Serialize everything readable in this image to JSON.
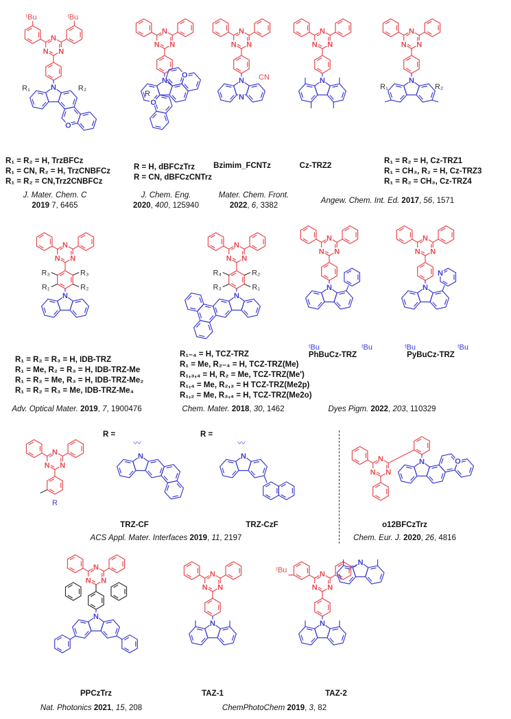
{
  "colors": {
    "acceptor": "#e8474c",
    "donor": "#3c3cd0",
    "substituent": "#333333"
  },
  "atoms": {
    "N": "N",
    "O": "O",
    "CN": "CN",
    "tBu": "ᵗBu",
    "R": "R",
    "R1": "R₁",
    "R2": "R₂",
    "R3": "R₃",
    "R4": "R₄"
  },
  "row1": {
    "trzbfcz": {
      "lines": [
        "R₁ = R₂ = H, TrzBFCz",
        "R₁ = CN, R₂ = H, TrzCNBFCz",
        "R₁ = R₂ = CN,Trz2CNBFCz"
      ]
    },
    "dbfcztrz": {
      "lines": [
        "R = H, dBFCzTrz",
        "R = CN, dBFCzCNTrz"
      ]
    },
    "bzimim": {
      "name": "Bzimim_FCNTz"
    },
    "cztrz2": {
      "name": "Cz-TRZ2"
    },
    "cztrz": {
      "lines": [
        "R₁ = R₂ = H, Cz-TRZ1",
        "R₁ = CH₃, R₂ = H, Cz-TRZ3",
        "R₁ = R₂ = CH₃, Cz-TRZ4"
      ]
    },
    "citations": [
      {
        "journal": "J. Mater. Chem. C",
        "year": "2019",
        "volume": "7",
        "pages": ", 6465"
      },
      {
        "journal": "J. Chem. Eng.",
        "year": "2020",
        "volume": "400",
        "pages": ", 125940"
      },
      {
        "journal": "Mater. Chem. Front.",
        "year": "2022",
        "volume": "6",
        "pages": ", 3382"
      },
      {
        "journal": "Angew. Chem. Int. Ed.",
        "year": "2017",
        "volume": "56",
        "pages": ", 1571"
      }
    ]
  },
  "row2": {
    "idbtrz": {
      "lines": [
        "R₁ = R₂ = R₃ = H, IDB-TRZ",
        "R₁ = Me, R₂ = R₃ = H, IDB-TRZ-Me",
        "R₁ = R₂ = Me, R₃ = H, IDB-TRZ-Me₂",
        "R₁ = R₂ = R₃ = Me, IDB-TRZ-Me₄"
      ]
    },
    "tcztrz": {
      "lines": [
        "R₁₋₄ = H, TCZ-TRZ",
        "R₁ = Me, R₂₋₄ = H, TCZ-TRZ(Me)",
        "R₁,₃,₄ = H, R₂ = Me, TCZ-TRZ(Me')",
        "R₁,₄ = Me, R₂,₃ = H TCZ-TRZ(Me2p)",
        "R₁,₂ = Me, R₃,₄ = H, TCZ-TRZ(Me2o)"
      ]
    },
    "phbucz": {
      "name": "PhBuCz-TRZ"
    },
    "pybucz": {
      "name": "PyBuCz-TRZ"
    },
    "citations": [
      {
        "journal": "Adv. Optical Mater.",
        "year": "2019",
        "volume": "7",
        "pages": ", 1900476"
      },
      {
        "journal": "Chem. Mater.",
        "year": "2018",
        "volume": "30",
        "pages": ", 1462"
      },
      {
        "journal": "Dyes Pigm.",
        "year": "2022",
        "volume": "203",
        "pages": ", 110329"
      }
    ]
  },
  "row3": {
    "r_label_1": "R =",
    "r_label_2": "R =",
    "trzcf": {
      "name": "TRZ-CF"
    },
    "trzczf": {
      "name": "TRZ-CzF"
    },
    "o12bfcztrz": {
      "name": "o12BFCzTrz"
    },
    "citations": [
      {
        "journal": "ACS Appl. Mater. Interfaces",
        "year": "2019",
        "volume": "11",
        "pages": ", 2197"
      },
      {
        "journal": "Chem. Eur. J.",
        "year": "2020",
        "volume": "26",
        "pages": ", 4816"
      }
    ]
  },
  "row4": {
    "ppcztrz": {
      "name": "PPCzTrz"
    },
    "taz1": {
      "name": "TAZ-1"
    },
    "taz2": {
      "name": "TAZ-2"
    },
    "citations": [
      {
        "journal": "Nat. Photonics",
        "year": "2021",
        "volume": "15",
        "pages": ", 208"
      },
      {
        "journal": "ChemPhotoChem",
        "year": "2019",
        "volume": "3",
        "pages": ", 82"
      }
    ]
  }
}
